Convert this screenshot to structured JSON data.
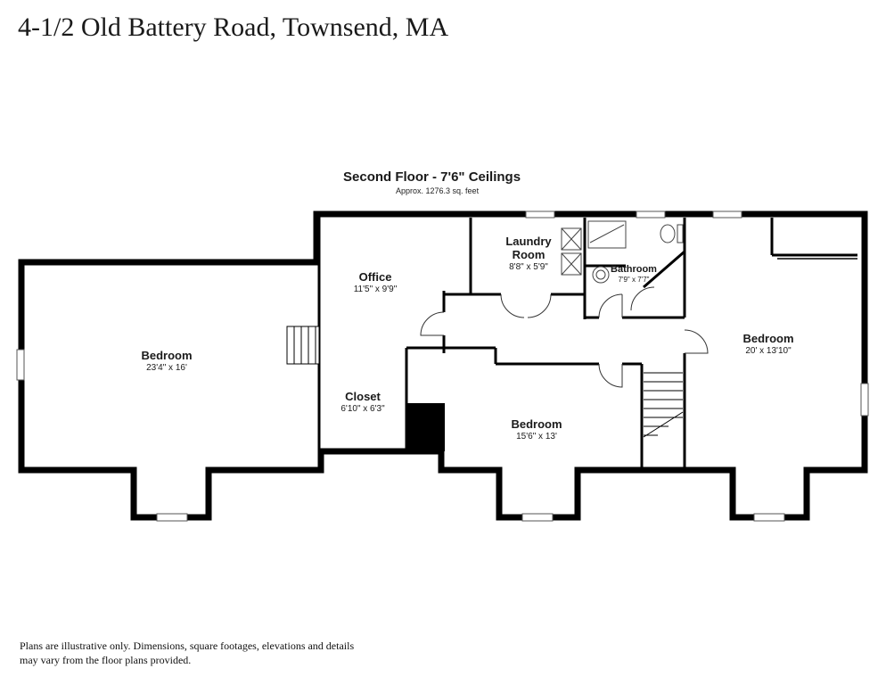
{
  "title": "4-1/2 Old Battery Road, Townsend, MA",
  "floor": {
    "name": "Second Floor - 7'6\" Ceilings",
    "area": "Approx. 1276.3 sq. feet"
  },
  "rooms": [
    {
      "name": "Bedroom",
      "dims": "23'4\" x 16'"
    },
    {
      "name": "Office",
      "dims": "11'5\" x 9'9\""
    },
    {
      "name": "Closet",
      "dims": "6'10\" x 6'3\""
    },
    {
      "name": "Laundry",
      "name2": "Room",
      "dims": "8'8\" x 5'9\""
    },
    {
      "name": "Bathroom",
      "dims": "7'9\" x 7'7\""
    },
    {
      "name": "Bedroom",
      "dims": "15'6\" x 13'"
    },
    {
      "name": "Bedroom",
      "dims": "20' x 13'10\""
    }
  ],
  "disclaimer": "Plans are illustrative only. Dimensions, square footages, elevations and details may vary from the floor plans provided."
}
